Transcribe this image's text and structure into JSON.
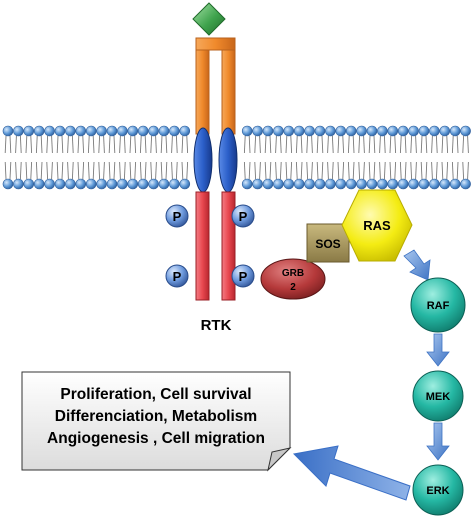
{
  "receptor": {
    "label": "RTK",
    "phospho_label": "P"
  },
  "adaptors": {
    "grb2_line1": "GRB",
    "grb2_line2": "2",
    "sos": "SOS",
    "ras": "RAS"
  },
  "cascade": {
    "raf": "RAF",
    "mek": "MEK",
    "erk": "ERK"
  },
  "outcomes": {
    "line1": "Proliferation, Cell survival",
    "line2": "Differenciation, Metabolism",
    "line3": "Angiogenesis , Cell migration"
  },
  "colors": {
    "ligand": "#3fa34d",
    "receptor_upper": "#f08a2c",
    "receptor_lower": "#e8474f",
    "transmembrane": "#2b5fc9",
    "phospho": "#5f8fd6",
    "grb2": "#b5393a",
    "sos": "#a8975e",
    "ras": "#f4ec13",
    "kinase": "#25b8a4",
    "arrow": "#5b8fd8",
    "lipid_head": "#5b97d6"
  }
}
